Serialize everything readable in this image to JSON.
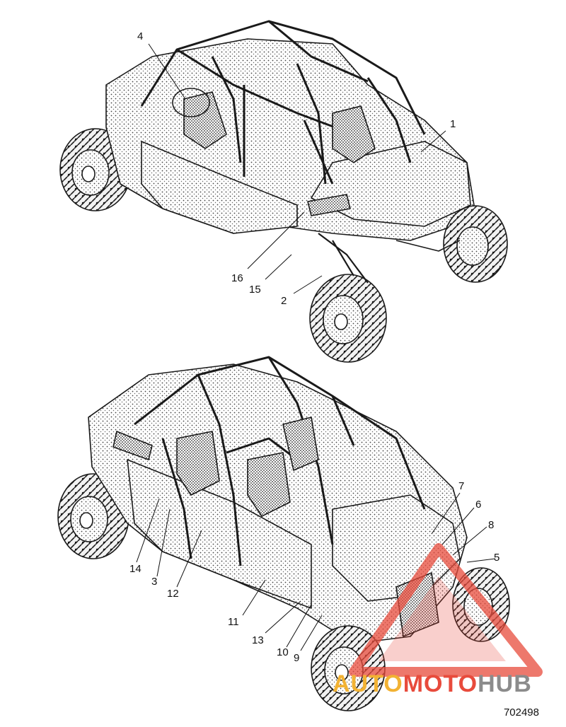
{
  "callouts": {
    "top": [
      {
        "n": "4"
      },
      {
        "n": "1"
      },
      {
        "n": "16"
      },
      {
        "n": "15"
      },
      {
        "n": "2"
      }
    ],
    "bottom": [
      {
        "n": "7"
      },
      {
        "n": "6"
      },
      {
        "n": "8"
      },
      {
        "n": "5"
      },
      {
        "n": "14"
      },
      {
        "n": "3"
      },
      {
        "n": "12"
      },
      {
        "n": "11"
      },
      {
        "n": "13"
      },
      {
        "n": "10"
      },
      {
        "n": "9"
      }
    ]
  },
  "figure_id": "702498",
  "watermark": {
    "part_a": "AUTO",
    "part_b": "MOTO",
    "part_c": "HUB",
    "colors": {
      "a": "#f2b233",
      "b": "#e84b3c",
      "c": "#8b8b8b"
    }
  }
}
